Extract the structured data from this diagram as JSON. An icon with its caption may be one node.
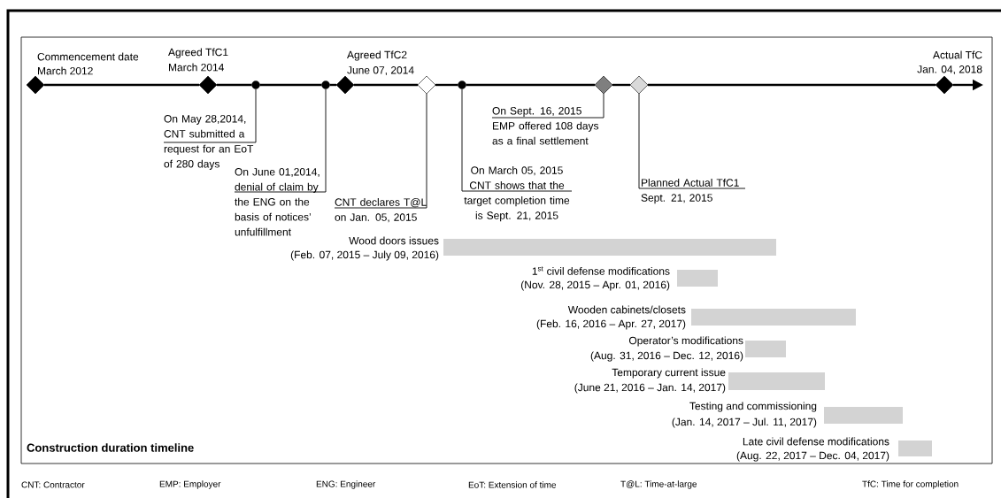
{
  "diagram": {
    "title": "Construction duration timeline",
    "nodes": [
      {
        "text": [],
        "shape": "diamond",
        "beside": [
          "Commencement date",
          "March 2012"
        ]
      },
      {
        "text": [],
        "shape": "diamond",
        "beside": [
          "Agreed TfC1",
          "March 2014"
        ]
      },
      {
        "text": [],
        "shape": "circle"
      },
      {
        "text": [],
        "shape": "circle"
      },
      {
        "text": [],
        "shape": "diamond",
        "beside": [
          "Agreed TfC2",
          "June 07, 2014"
        ]
      },
      {
        "text": [],
        "shape": "diamond"
      },
      {
        "text": [],
        "shape": "circle"
      },
      {
        "text": [],
        "shape": "diamond"
      },
      {
        "text": [],
        "shape": "diamond"
      },
      {
        "text": [],
        "shape": "diamond",
        "beside": [
          "Actual TfC",
          "Jan. 04, 2018"
        ]
      },
      {
        "text": [
          "On May 28,2014, CNT submitted a request for an EoT of 280 days"
        ]
      },
      {
        "text": [
          "On June 01,2014, denial of claim by the ENG on the basis of notices’ unfulfillment"
        ]
      },
      {
        "text": [
          "CNT declares T@L on Jan. 05, 2015"
        ]
      },
      {
        "text": [
          "On March 05, 2015 CNT shows that the target completion time is Sept. 21, 2015"
        ]
      },
      {
        "text": [
          "On Sept. 16, 2015 EMP offered 108 days as a final settlement"
        ]
      },
      {
        "text": [
          "Planned Actual TfC1 Sept. 21, 2015"
        ]
      },
      {
        "text": [],
        "shape": "bar",
        "beside": [
          "Wood doors issues",
          "(Feb. 07, 2015 – July 09, 2016)"
        ]
      },
      {
        "text": [],
        "shape": "bar",
        "beside": [
          "1$^{st}$ civil defense modifications",
          "(Nov. 28, 2015 – Apr. 01, 2016)"
        ]
      },
      {
        "text": [],
        "shape": "bar",
        "beside": [
          "Wooden cabinets/closets",
          "(Feb. 16, 2016 – Apr. 27, 2017)"
        ]
      },
      {
        "text": [],
        "shape": "bar",
        "beside": [
          "Operator’s modifications",
          "(Aug. 31, 2016 – Dec. 12, 2016)"
        ]
      },
      {
        "text": [],
        "shape": "bar",
        "beside": [
          "Temporary current issue",
          "(June 21, 2016 – Jan. 14, 2017)"
        ]
      },
      {
        "text": [],
        "shape": "bar",
        "beside": [
          "Testing and commissioning",
          "(Jan. 14, 2017 – Jul. 11, 2017)"
        ]
      },
      {
        "text": [],
        "shape": "bar",
        "beside": [
          "Late civil defense modifications",
          "(Aug. 22, 2017 – Dec. 04, 2017)"
        ]
      }
    ],
    "edges": [
      {
        "from": 2,
        "to": 10,
        "arrow": "none"
      },
      {
        "from": 3,
        "to": 11,
        "arrow": "none"
      },
      {
        "from": 5,
        "to": 12,
        "arrow": "none"
      },
      {
        "from": 6,
        "to": 13,
        "arrow": "none"
      },
      {
        "from": 7,
        "to": 14,
        "arrow": "none"
      },
      {
        "from": 8,
        "to": 15,
        "arrow": "none"
      },
      {
        "from": 0,
        "to": 1,
        "arrow": "none"
      },
      {
        "from": 1,
        "to": 2,
        "arrow": "none"
      },
      {
        "from": 2,
        "to": 3,
        "arrow": "none"
      },
      {
        "from": 3,
        "to": 4,
        "arrow": "none"
      },
      {
        "from": 4,
        "to": 5,
        "arrow": "none"
      },
      {
        "from": 5,
        "to": 6,
        "arrow": "none"
      },
      {
        "from": 6,
        "to": 7,
        "arrow": "none"
      },
      {
        "from": 7,
        "to": 8,
        "arrow": "none"
      },
      {
        "from": 8,
        "to": 9,
        "arrow": "none"
      },
      {
        "from": 9,
        "to": null,
        "arrow": "to"
      }
    ],
    "labels": [
      "CNT: Contractor",
      "EMP: Employer",
      "ENG: Engineer",
      "EoT: Extension of time",
      "T@L: Time-at-large",
      "TfC: Time for completion"
    ]
  }
}
